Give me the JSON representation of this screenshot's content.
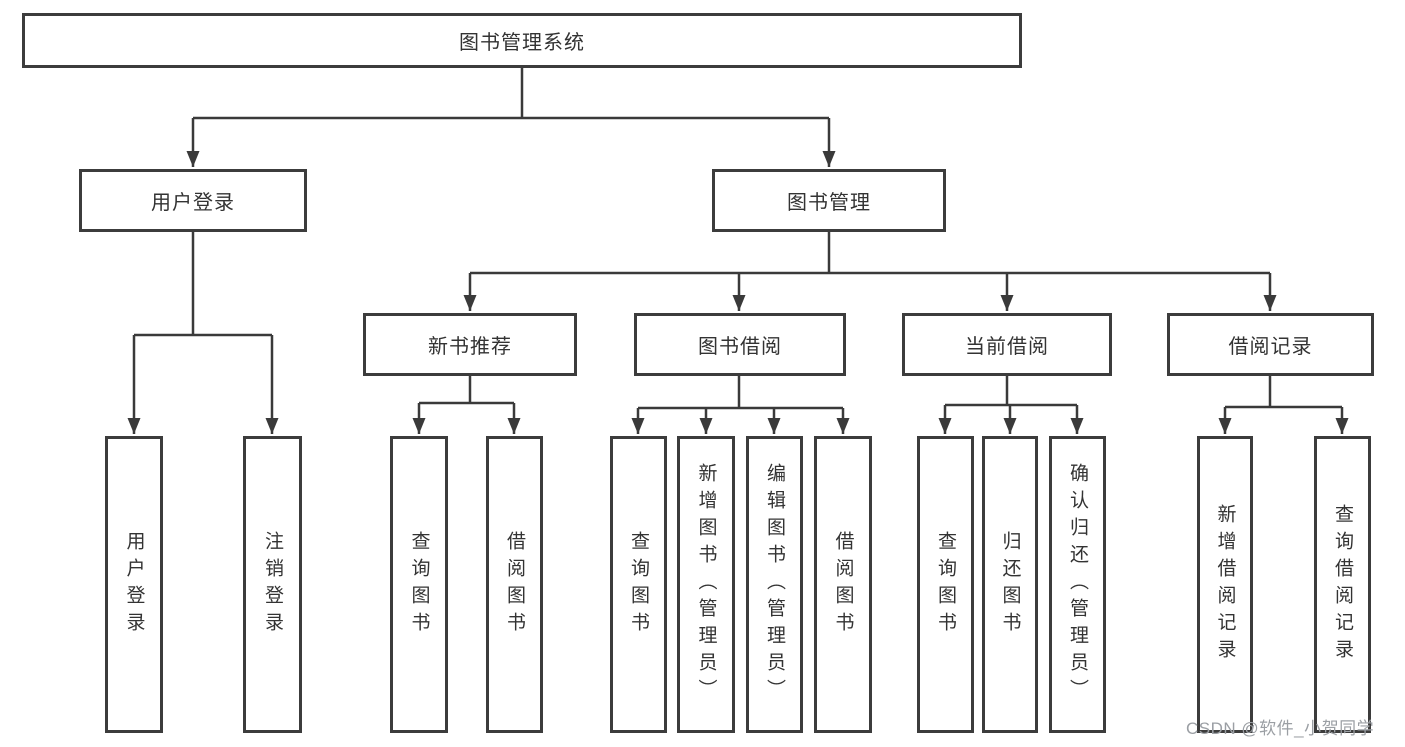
{
  "diagram_title": "图书管理系统",
  "nodes": {
    "root": "图书管理系统",
    "user_login": "用户登录",
    "book_mgmt": "图书管理",
    "new_book_rec": "新书推荐",
    "book_borrow": "图书借阅",
    "current_borrow": "当前借阅",
    "borrow_record": "借阅记录",
    "login_user": "用户登录",
    "login_logout": "注销登录",
    "rec_query_book": "查询图书",
    "rec_borrow_book": "借阅图书",
    "bb_query_book": "查询图书",
    "bb_add_book": "新增图书（管理员）",
    "bb_edit_book": "编辑图书（管理员）",
    "bb_borrow_book": "借阅图书",
    "cb_query_book": "查询图书",
    "cb_return_book": "归还图书",
    "cb_confirm_return": "确认归还（管理员）",
    "br_add_record": "新增借阅记录",
    "br_query_record": "查询借阅记录"
  },
  "hierarchy": {
    "图书管理系统": {
      "用户登录": [
        "用户登录",
        "注销登录"
      ],
      "图书管理": {
        "新书推荐": [
          "查询图书",
          "借阅图书"
        ],
        "图书借阅": [
          "查询图书",
          "新增图书（管理员）",
          "编辑图书（管理员）",
          "借阅图书"
        ],
        "当前借阅": [
          "查询图书",
          "归还图书",
          "确认归还（管理员）"
        ],
        "借阅记录": [
          "新增借阅记录",
          "查询借阅记录"
        ]
      }
    }
  },
  "watermark": {
    "text": "CSDN @软件_小贺同学"
  },
  "colors": {
    "line": "#3a3a3a",
    "box_border": "#3c3c3c",
    "text": "#333333",
    "watermark": "#9b9fa4",
    "background": "#ffffff"
  }
}
